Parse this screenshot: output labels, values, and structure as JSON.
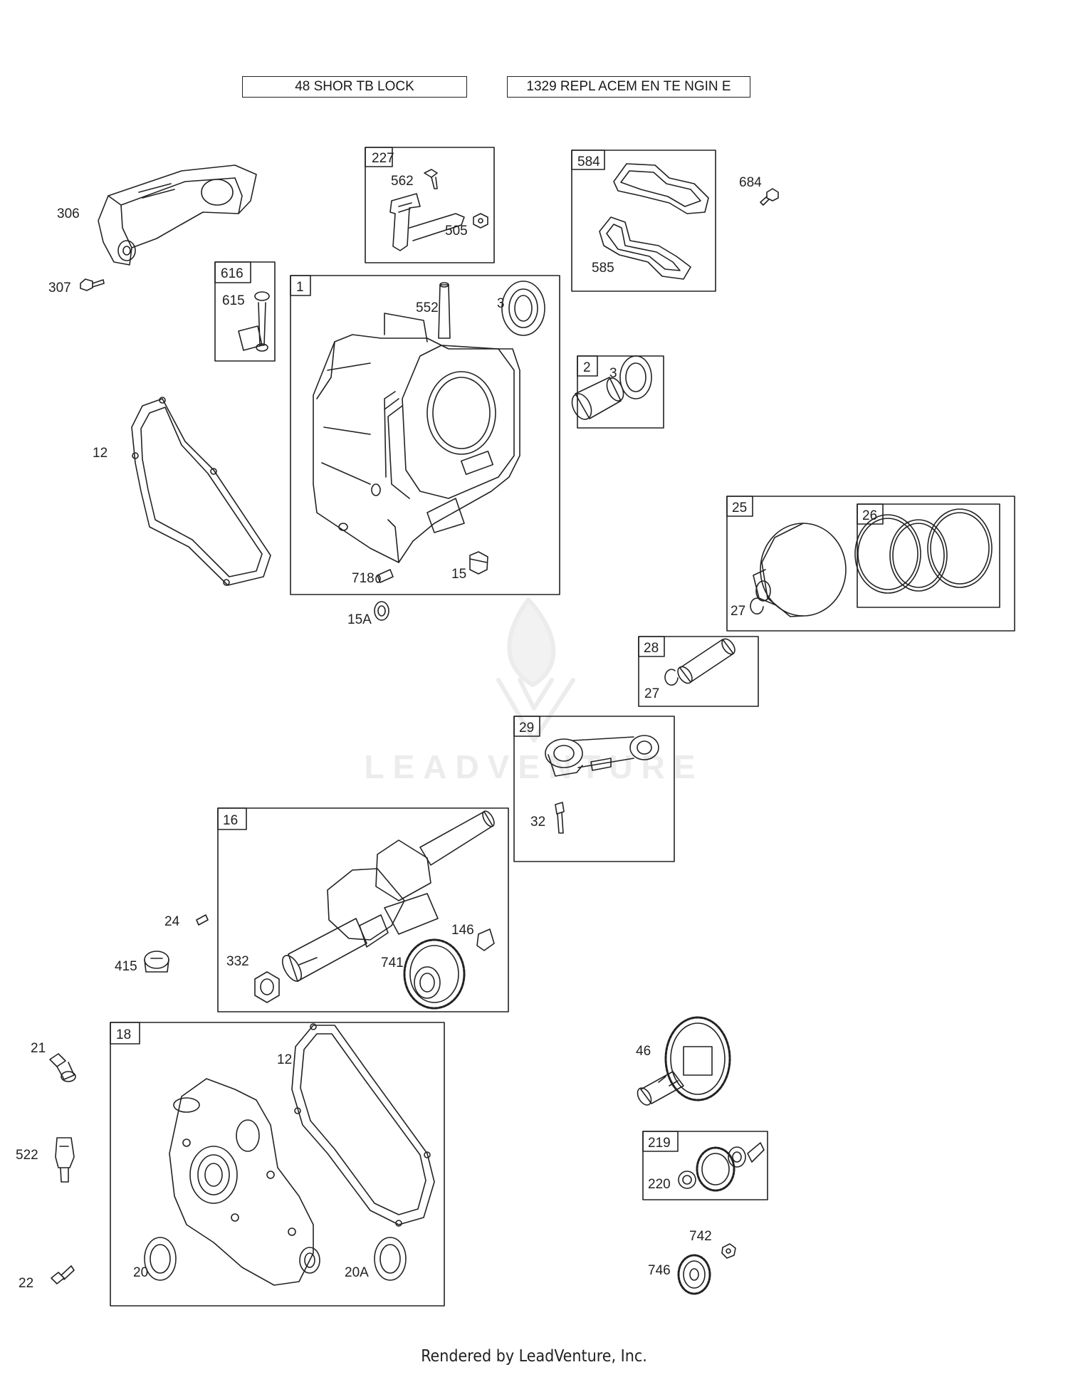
{
  "header": {
    "label_left": "48 SHOR TB LOCK",
    "label_right": "1329 REPL ACEM EN TE NGIN E"
  },
  "footer": {
    "text": "Rendered by LeadVenture, Inc."
  },
  "watermark": {
    "text": "LEADVENTURE"
  },
  "boxes": {
    "b227": "227",
    "b584": "584",
    "b616": "616",
    "b1": "1",
    "b2": "2",
    "b25": "25",
    "b26": "26",
    "b28": "28",
    "b29": "29",
    "b16": "16",
    "b18": "18",
    "b219": "219"
  },
  "callouts": {
    "c306": "306",
    "c307": "307",
    "c562": "562",
    "c505": "505",
    "c684": "684",
    "c585": "585",
    "c615": "615",
    "c552": "552",
    "c3a": "3",
    "c3b": "3",
    "c12a": "12",
    "c718": "718",
    "c15": "15",
    "c15a": "15A",
    "c27a": "27",
    "c27b": "27",
    "c32": "32",
    "c24": "24",
    "c415": "415",
    "c332": "332",
    "c741": "741",
    "c146": "146",
    "c21": "21",
    "c12b": "12",
    "c46": "46",
    "c522": "522",
    "c220": "220",
    "c742": "742",
    "c746": "746",
    "c22": "22",
    "c20": "20",
    "c20a": "20A"
  },
  "colors": {
    "line": "#222222",
    "watermark": "#ececec"
  }
}
